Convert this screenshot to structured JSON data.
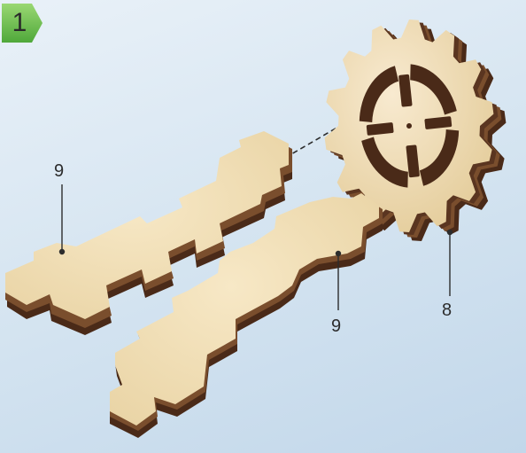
{
  "step": {
    "number": "1",
    "badge_color": "#6cc24a"
  },
  "parts": [
    {
      "id": "arm-upper",
      "label": "9"
    },
    {
      "id": "arm-lower",
      "label": "9"
    },
    {
      "id": "gear",
      "label": "8"
    }
  ],
  "colors": {
    "background": "#d6e5f1",
    "plywood_face": "#f1dfb6",
    "plywood_edge": "#7a4e2d",
    "plywood_dark_layer": "#4a2a18",
    "leader_line": "#2c2c2c"
  }
}
